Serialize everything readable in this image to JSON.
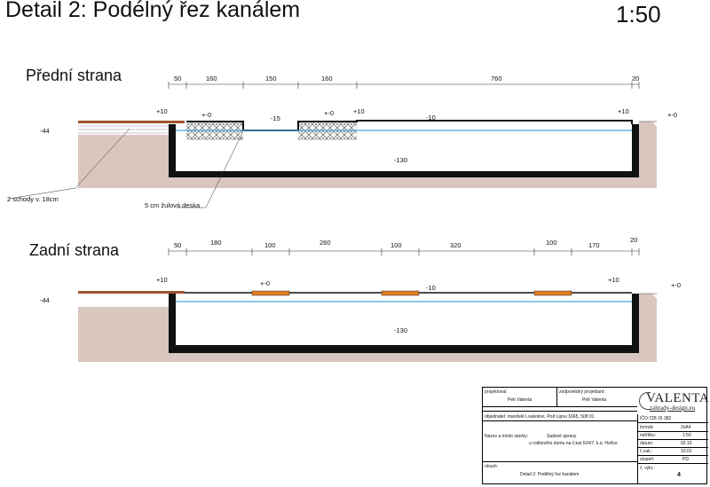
{
  "header": {
    "title": "Detail 2:  Podélný řez kanálem",
    "scale": "1:50"
  },
  "front": {
    "label": "Přední strana",
    "dims": [
      "50",
      "160",
      "150",
      "160",
      "760",
      "20"
    ],
    "levels": {
      "left_ground": "-44",
      "plus10_left": "+10",
      "zero_left": "+-0",
      "minus15": "-15",
      "zero_right": "+-0",
      "plus10_mid": "+10",
      "minus10": "-10",
      "plus10_right": "+10",
      "zero_far": "+-0",
      "minus130": "-130"
    },
    "notes": {
      "steps": "2 schody v. 18cm",
      "slab": "5 cm žulová deska"
    }
  },
  "back": {
    "label": "Zadní strana",
    "dims": [
      "50",
      "180",
      "100",
      "260",
      "100",
      "320",
      "100",
      "170",
      "20"
    ],
    "levels": {
      "left_ground": "-44",
      "plus10_left": "+10",
      "zero": "+-0",
      "minus10": "-10",
      "plus10_right": "+10",
      "zero_far": "+-0",
      "minus130": "-130"
    }
  },
  "titleblock": {
    "projektoval_label": "projektoval:",
    "projektoval": "Petr Valenta",
    "zodpovedny_label": "zodpovědný projektant:",
    "zodpovedny": "Petr Valenta",
    "logo_main": "VALENTA",
    "logo_sub": "zahrady-design.eu",
    "objednatel": "objednatel: manželé Loukotovi, Pod Lipou 1665, 508 01",
    "ico": "IČO:728 15 382",
    "nazev_label": "Název a místo stavby:",
    "nazev": "Sadové úpravy",
    "misto": "u rodinného domu na č.kat.524/7, k.ú. Hořice",
    "rows": [
      {
        "k": "formát:",
        "v": "2xA4"
      },
      {
        "k": "měřítko:",
        "v": "1:50"
      },
      {
        "k": "datum:",
        "v": "02.10"
      },
      {
        "k": "č.zak.:",
        "v": "10.01"
      },
      {
        "k": "stupeň:",
        "v": "PD"
      }
    ],
    "obsah_label": "obsah:",
    "obsah": "Detail 2: Podélný řez kanálem",
    "cvykr_label": "č. výkr.:",
    "cvykr": "4"
  },
  "colors": {
    "wall": "#111111",
    "earth": "#d9c6bf",
    "water": "#4aa6d8",
    "paver": "#e07a1f",
    "terrace": "#a0522d"
  }
}
